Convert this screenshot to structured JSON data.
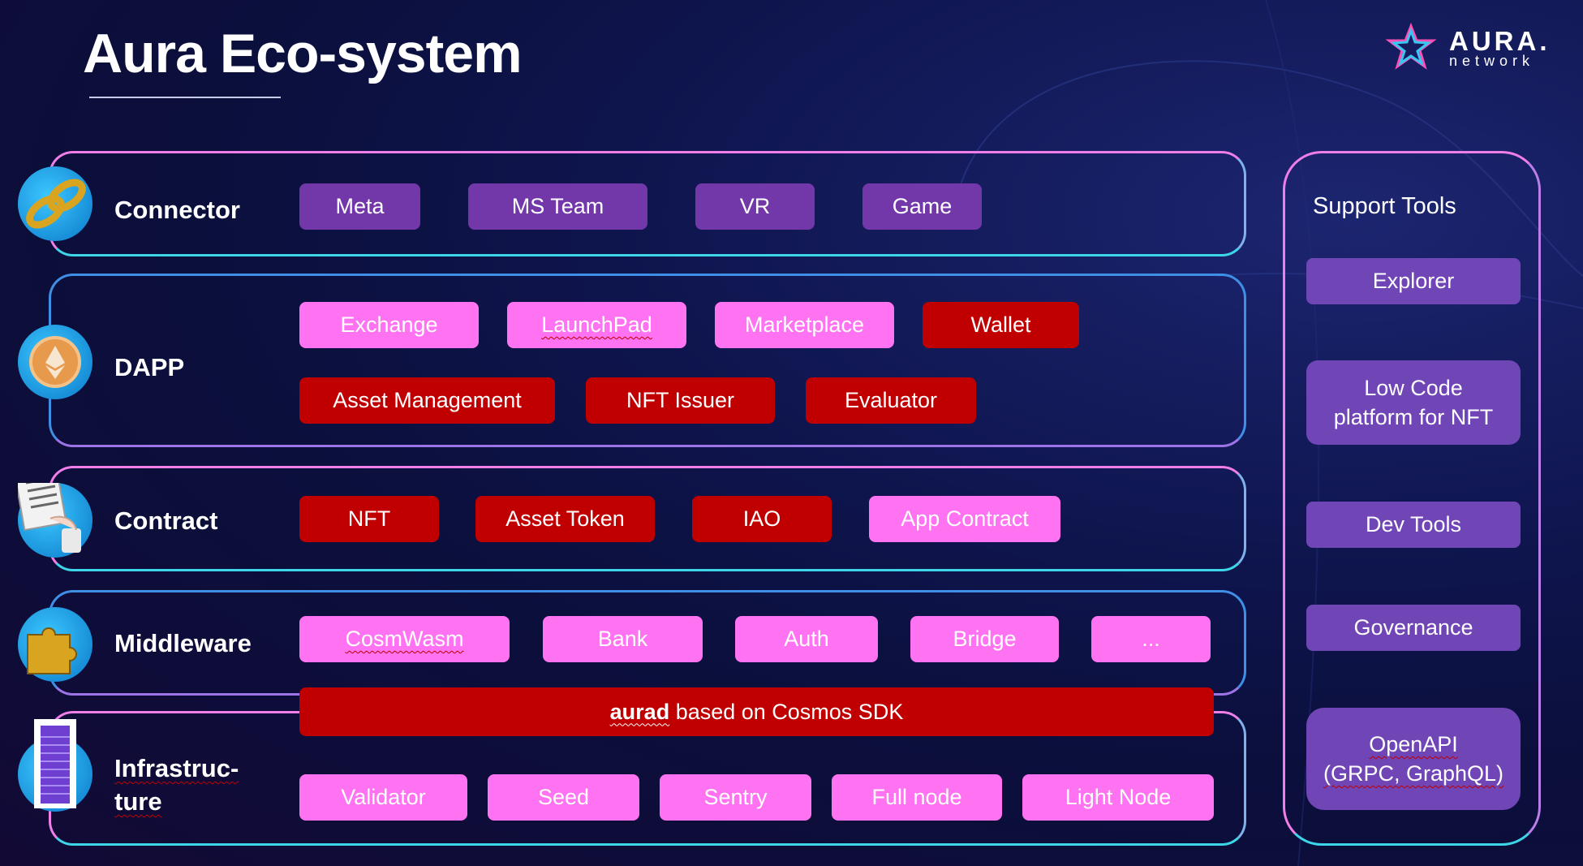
{
  "title": "Aura Eco-system",
  "logo": {
    "name": "AURA.",
    "sub": "network"
  },
  "layers": {
    "connector": {
      "label": "Connector",
      "items": [
        "Meta",
        "MS Team",
        "VR",
        "Game"
      ]
    },
    "dapp": {
      "label": "DAPP",
      "row1": [
        "Exchange",
        "LaunchPad",
        "Marketplace",
        "Wallet"
      ],
      "row2": [
        "Asset Management",
        "NFT Issuer",
        "Evaluator"
      ]
    },
    "contract": {
      "label": "Contract",
      "items": [
        "NFT",
        "Asset Token",
        "IAO",
        "App Contract"
      ]
    },
    "middleware": {
      "label": "Middleware",
      "items": [
        "CosmWasm",
        "Bank",
        "Auth",
        "Bridge",
        "..."
      ]
    },
    "aurad": {
      "bold": "aurad",
      "rest": " based on Cosmos SDK"
    },
    "infrastructure": {
      "label_line1": "Infrastruc-",
      "label_line2": "ture",
      "items": [
        "Validator",
        "Seed",
        "Sentry",
        "Full node",
        "Light Node"
      ]
    }
  },
  "support_tools": {
    "heading": "Support Tools",
    "explorer": "Explorer",
    "lowcode_line1": "Low Code",
    "lowcode_line2": "platform for NFT",
    "devtools": "Dev Tools",
    "governance": "Governance",
    "openapi_line1": "OpenAPI",
    "openapi_line2": "(GRPC, GraphQL)"
  },
  "colors": {
    "background": "#0b0f3c",
    "chip_purple": "#7237a8",
    "chip_pink": "#ff73f2",
    "chip_red": "#c00000",
    "tool_purple": "#7045b6",
    "panel_border_pink": "#f07ee8",
    "panel_border_cyan": "#3cd6e8"
  },
  "icons": {
    "connector": "chain-link-icon",
    "dapp": "ethereum-coin-icon",
    "contract": "contract-document-icon",
    "middleware": "puzzle-piece-icon",
    "infrastructure": "server-tower-icon",
    "logo": "aura-star-logo-icon"
  }
}
